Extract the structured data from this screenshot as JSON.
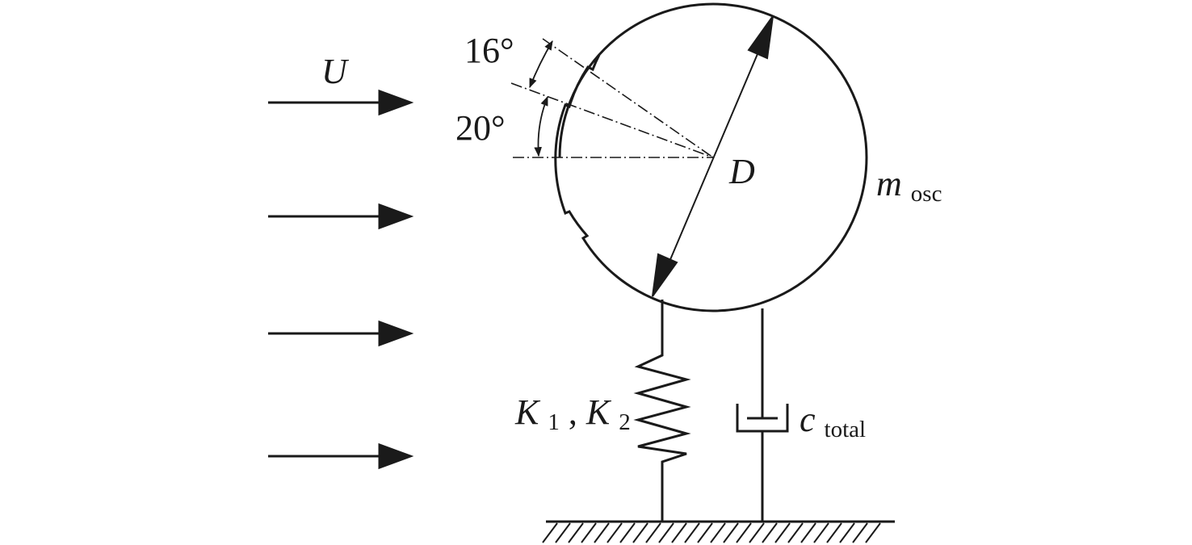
{
  "diagram": {
    "flow_label": "U",
    "diameter_label": "D",
    "angle_top": "16°",
    "angle_bottom": "20°",
    "mass": {
      "symbol": "m",
      "subscript": "osc"
    },
    "spring": {
      "k1_symbol": "K",
      "k1_subscript": "1",
      "separator": ", ",
      "k2_symbol": "K",
      "k2_subscript": "2"
    },
    "damper": {
      "symbol": "c",
      "subscript": "total"
    },
    "colors": {
      "ink": "#1a1a1a",
      "background": "#ffffff"
    }
  }
}
